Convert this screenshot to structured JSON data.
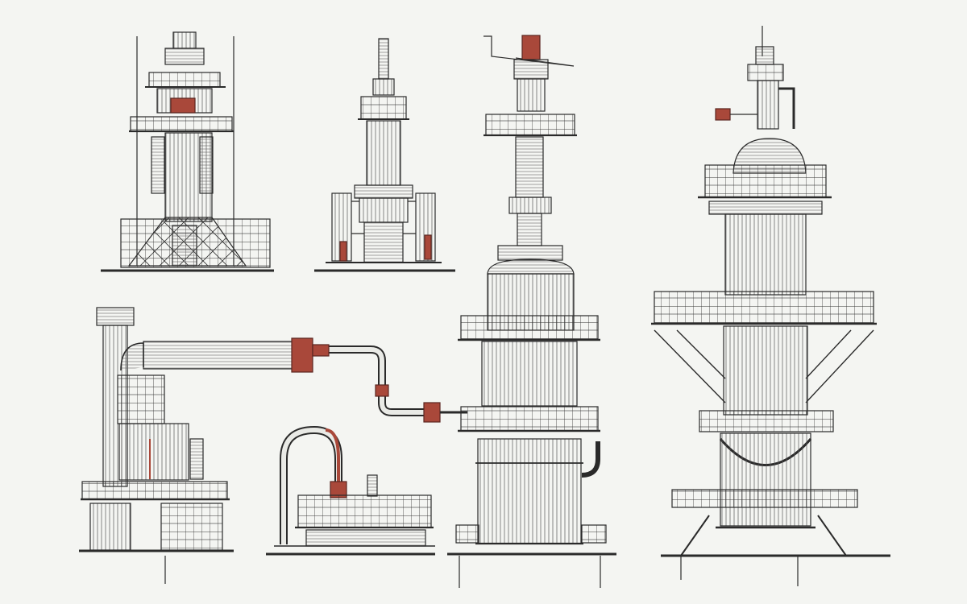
{
  "palette": {
    "paper": "#f4f5f2",
    "ink": "#2a2a2a",
    "shade": "#d9dbd6",
    "accent": "#a9483a"
  },
  "drawings": [
    "tower-top-left",
    "column-top-middle",
    "reactor-tall-center",
    "tower-right",
    "chimney-pipe-left",
    "pump-skid-bottom"
  ]
}
